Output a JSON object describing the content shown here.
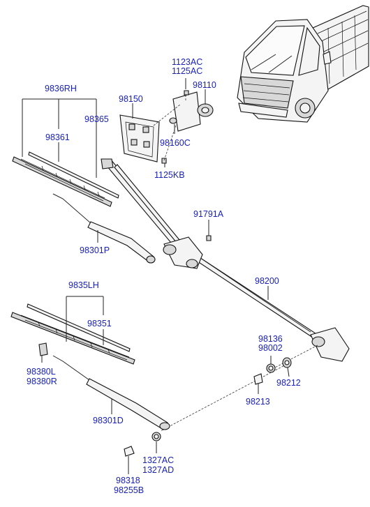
{
  "labels": {
    "p1123ac": "1123AC",
    "p1125ac": "1125AC",
    "p98110": "98110",
    "p98150": "98150",
    "p98160c": "98160C",
    "p1125kb": "1125KB",
    "p9836rh": "9836RH",
    "p98365": "98365",
    "p98361": "98361",
    "p91791a": "91791A",
    "p98301p": "98301P",
    "p98200": "98200",
    "p9835lh": "9835LH",
    "p98351": "98351",
    "p98136": "98136",
    "p98002": "98002",
    "p98212": "98212",
    "p98380l": "98380L",
    "p98380r": "98380R",
    "p98213": "98213",
    "p98301d": "98301D",
    "p1327ac": "1327AC",
    "p1327ad": "1327AD",
    "p98318": "98318",
    "p98255b": "98255B"
  },
  "colors": {
    "label": "#1a22b8",
    "line": "#222222"
  }
}
